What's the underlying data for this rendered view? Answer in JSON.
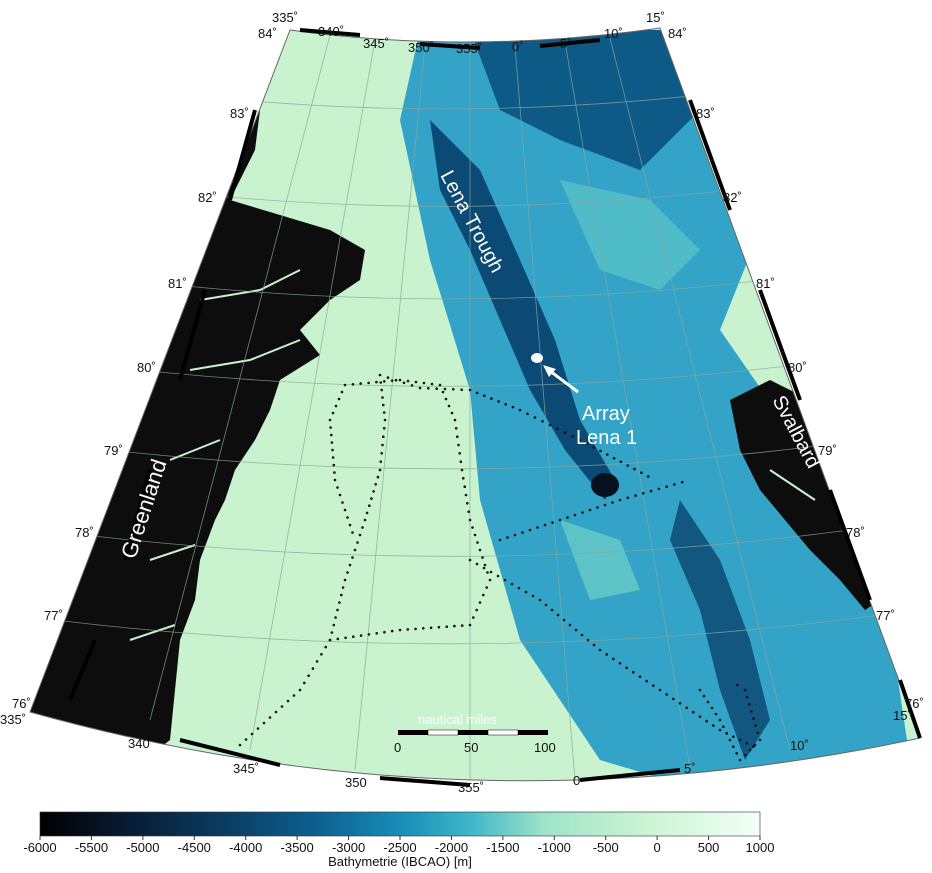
{
  "map": {
    "place_labels": {
      "greenland": "Greenland",
      "svalbard": "Svalbard",
      "trough": "Lena Trough",
      "array_line1": "Array",
      "array_line2": "Lena 1"
    },
    "latitude_labels_left": [
      "84˚",
      "83˚",
      "82˚",
      "81˚",
      "80˚",
      "79˚",
      "78˚",
      "77˚",
      "76˚"
    ],
    "latitude_labels_right": [
      "84˚",
      "83˚",
      "82˚",
      "81˚",
      "80˚",
      "79˚",
      "78˚",
      "77˚",
      "76˚"
    ],
    "longitude_labels_top": [
      "335˚",
      "340˚",
      "345˚",
      "350˚",
      "355˚",
      "0˚",
      "5˚",
      "10˚",
      "15˚"
    ],
    "longitude_labels_bottom": [
      "335˚",
      "340",
      "345˚",
      "350",
      "355˚",
      "0",
      "5˚",
      "10˚",
      "15˚"
    ],
    "scale_bar": {
      "title": "nautical miles",
      "ticks": [
        "0",
        "50",
        "100"
      ]
    },
    "colors": {
      "land": "#0d0d0d",
      "shelf": "#c9f2cf",
      "deep": "#0a4f7a",
      "mid": "#1d93bd",
      "track": "#111111"
    }
  },
  "colorbar": {
    "title": "Bathymetrie (IBCAO) [m]",
    "ticks": [
      "-6000",
      "-5500",
      "-5000",
      "-4500",
      "-4000",
      "-3500",
      "-3000",
      "-2500",
      "-2000",
      "-1500",
      "-1000",
      "-500",
      "0",
      "500",
      "1000"
    ],
    "stops": [
      "#000000",
      "#071b33",
      "#0b3a5e",
      "#0c5f8d",
      "#168db7",
      "#3fb8c9",
      "#9fe3c9",
      "#cdf5d4",
      "#f2fff8"
    ]
  }
}
